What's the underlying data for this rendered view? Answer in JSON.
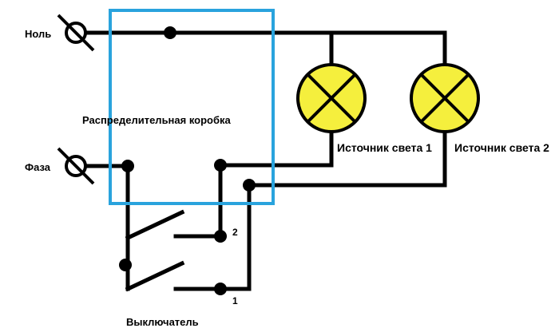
{
  "labels": {
    "neutral": "Ноль",
    "phase": "Фаза",
    "box": "Распределительная коробка",
    "light1": "Источник света 1",
    "light2": "Источник света 2",
    "switch": "Выключатель",
    "terminal1": "1",
    "terminal2": "2"
  },
  "colors": {
    "wire": "#000000",
    "box_border": "#29a3dd",
    "lamp_fill": "#f5ef3d",
    "background": "#ffffff"
  },
  "icons": {
    "terminal": "crossed-circle-terminal",
    "lamp": "lamp-cross-symbol",
    "switch": "two-gang-switch"
  }
}
